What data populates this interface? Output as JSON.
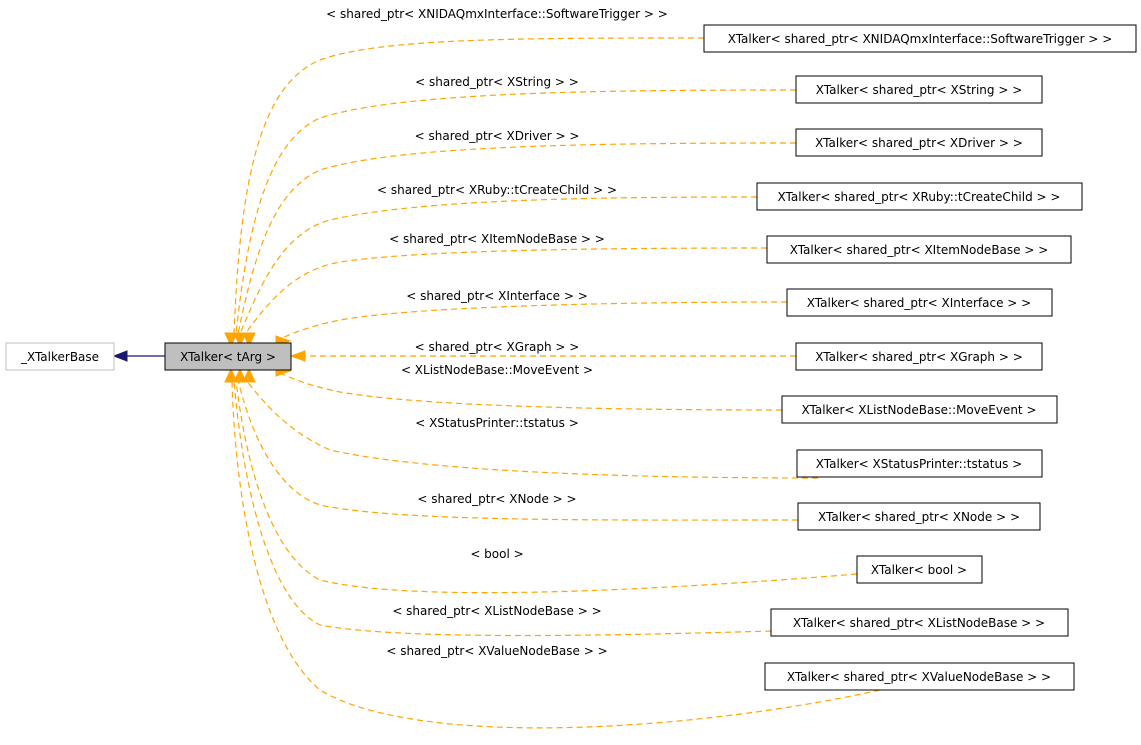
{
  "diagram": {
    "base_class": "_XTalkerBase",
    "focus_class": "XTalker< tArg >",
    "colors": {
      "instantiation_edge": "#ffa500",
      "inheritance_edge": "#191970",
      "focus_fill": "#bfbfbf",
      "base_border": "#bfbfbf"
    },
    "instantiations": [
      {
        "node": "XTalker< shared_ptr< XNIDAQmxInterface::SoftwareTrigger > >",
        "edge_label": "< shared_ptr< XNIDAQmxInterface::SoftwareTrigger > >"
      },
      {
        "node": "XTalker< shared_ptr< XString > >",
        "edge_label": "< shared_ptr< XString > >"
      },
      {
        "node": "XTalker< shared_ptr< XDriver > >",
        "edge_label": "< shared_ptr< XDriver > >"
      },
      {
        "node": "XTalker< shared_ptr< XRuby::tCreateChild > >",
        "edge_label": "< shared_ptr< XRuby::tCreateChild > >"
      },
      {
        "node": "XTalker< shared_ptr< XItemNodeBase > >",
        "edge_label": "< shared_ptr< XItemNodeBase > >"
      },
      {
        "node": "XTalker< shared_ptr< XInterface > >",
        "edge_label": "< shared_ptr< XInterface > >"
      },
      {
        "node": "XTalker< shared_ptr< XGraph > >",
        "edge_label": "< shared_ptr< XGraph > >"
      },
      {
        "node": "XTalker< XListNodeBase::MoveEvent >",
        "edge_label": "< XListNodeBase::MoveEvent >"
      },
      {
        "node": "XTalker< XStatusPrinter::tstatus >",
        "edge_label": "< XStatusPrinter::tstatus >"
      },
      {
        "node": "XTalker< shared_ptr< XNode > >",
        "edge_label": "< shared_ptr< XNode > >"
      },
      {
        "node": "XTalker< bool >",
        "edge_label": "< bool >"
      },
      {
        "node": "XTalker< shared_ptr< XListNodeBase > >",
        "edge_label": "< shared_ptr< XListNodeBase > >"
      },
      {
        "node": "XTalker< shared_ptr< XValueNodeBase > >",
        "edge_label": "< shared_ptr< XValueNodeBase > >"
      }
    ]
  }
}
